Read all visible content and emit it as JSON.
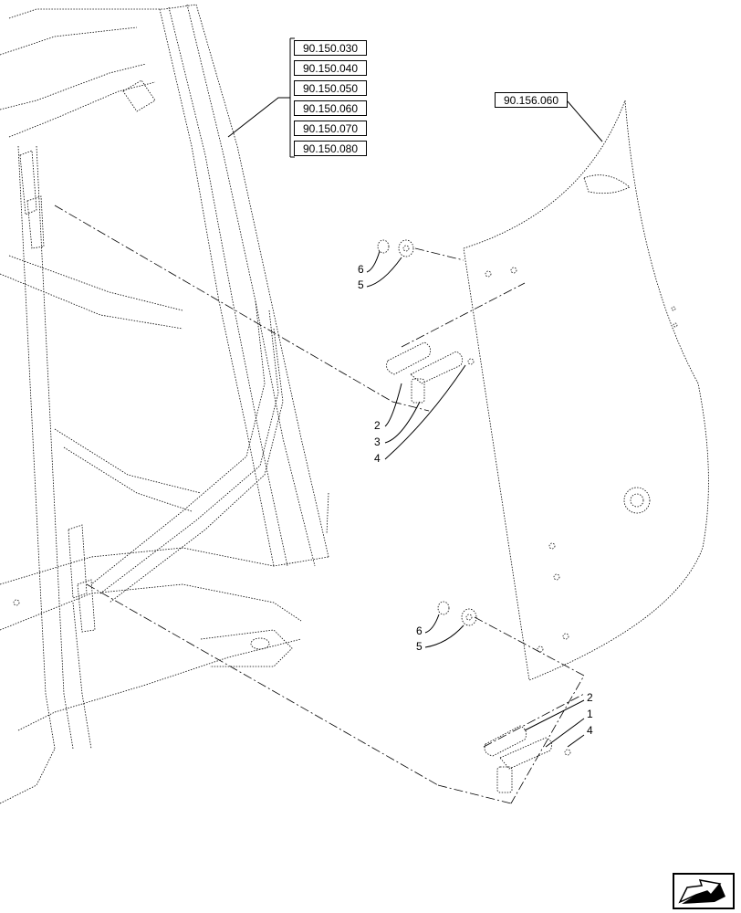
{
  "references": {
    "cab_group": [
      "90.150.030",
      "90.150.040",
      "90.150.050",
      "90.150.060",
      "90.150.070",
      "90.150.080"
    ],
    "door_panel": "90.156.060"
  },
  "callouts": {
    "upper_washer_6": "6",
    "upper_washer_5": "5",
    "upper_hinge_2": "2",
    "upper_hinge_3": "3",
    "upper_hinge_4": "4",
    "lower_washer_6": "6",
    "lower_washer_5": "5",
    "lower_hinge_2": "2",
    "lower_hinge_1": "1",
    "lower_hinge_4": "4"
  },
  "navigation": {
    "icon": "next-page-arrow-icon"
  }
}
